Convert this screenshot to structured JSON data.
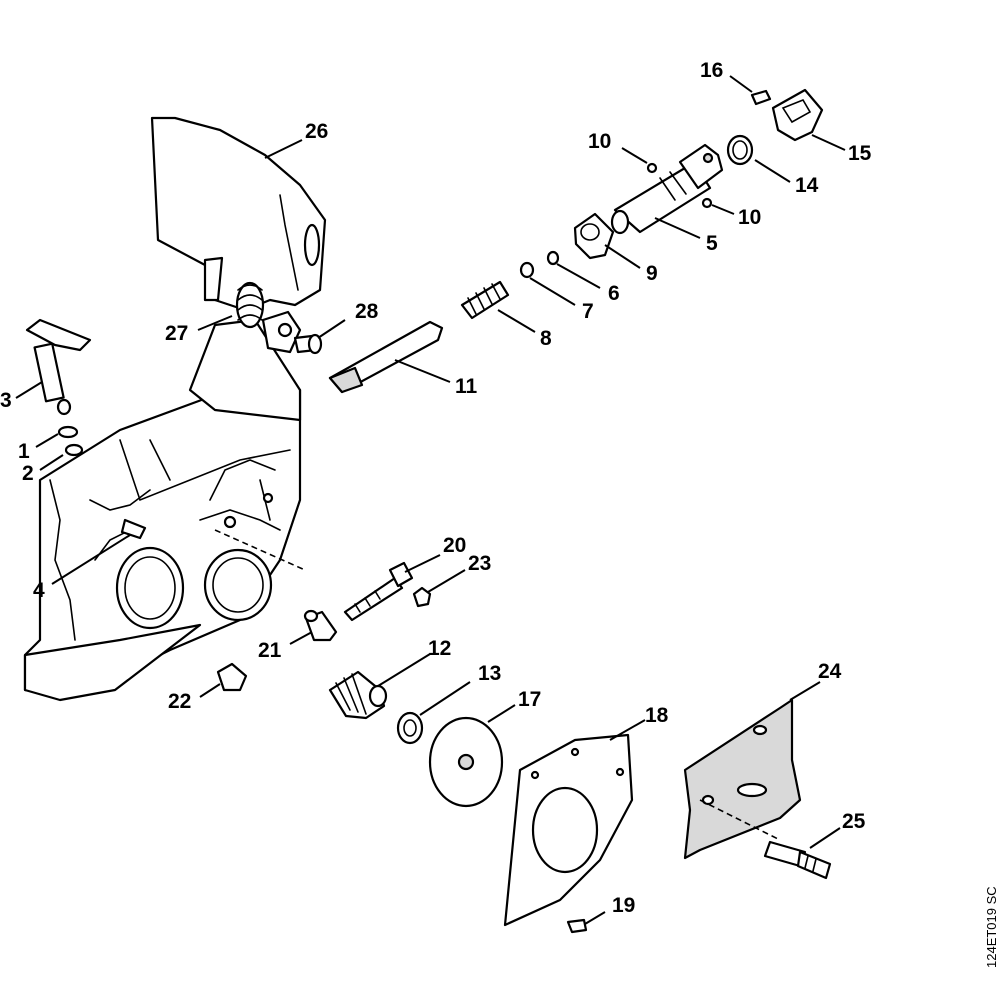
{
  "diagram": {
    "reference_code": "124ET019 SC",
    "callouts": {
      "c1": "1",
      "c2": "2",
      "c3": "3",
      "c4": "4",
      "c5": "5",
      "c6": "6",
      "c7": "7",
      "c8": "8",
      "c9": "9",
      "c10a": "10",
      "c10b": "10",
      "c11": "11",
      "c12": "12",
      "c13": "13",
      "c14": "14",
      "c15": "15",
      "c16": "16",
      "c17": "17",
      "c18": "18",
      "c19": "19",
      "c20": "20",
      "c21": "21",
      "c22": "22",
      "c23": "23",
      "c24": "24",
      "c25": "25",
      "c26": "26",
      "c27": "27",
      "c28": "28"
    }
  }
}
